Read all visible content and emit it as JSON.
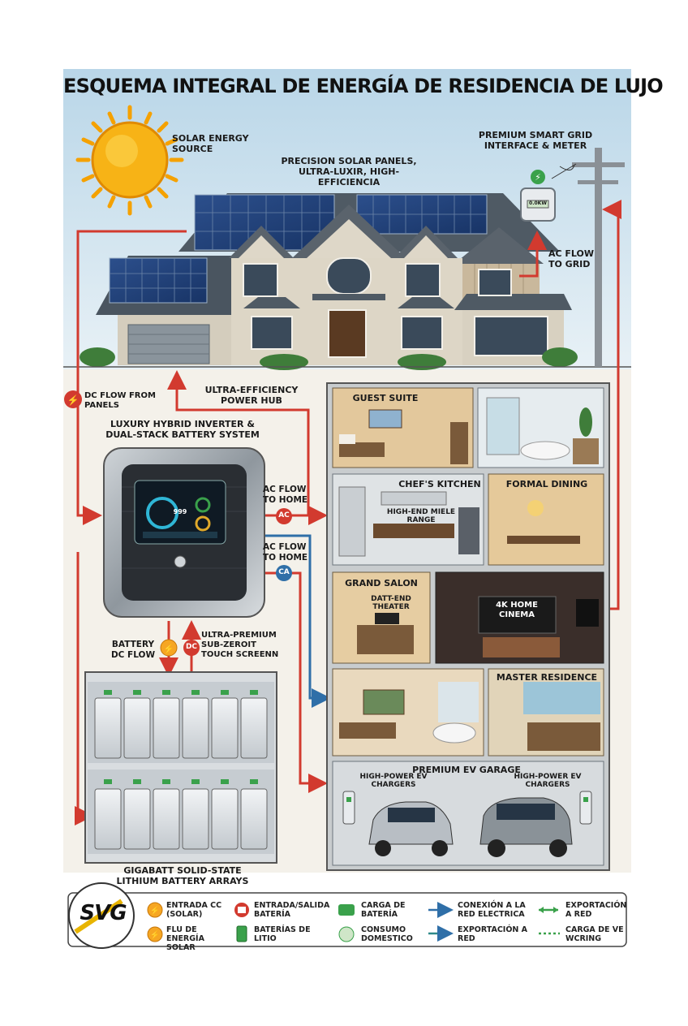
{
  "title": "ESQUEMA INTEGRAL DE ENERGÍA DE RESIDENCIA DE LUJO",
  "labels": {
    "solar_source": "SOLAR ENERGY SOURCE",
    "solar_panels": "PRECISION SOLAR PANELS, ULTRA-LUXIR, HIGH-EFFICIENCIA",
    "smart_grid": "PREMIUM SMART GRID INTERFACE & METER",
    "ac_to_grid": "AC FLOW TO GRID",
    "dc_from_panels": "DC FLOW FROM PANELS",
    "power_hub": "ULTRA-EFFICIENCY POWER HUB",
    "inverter": "LUXURY HYBRID INVERTER & DUAL-STACK BATTERY SYSTEM",
    "ac_to_home_1": "AC FLOW TO HOME",
    "ac_to_home_2": "AC FLOW TO HOME",
    "battery_dc_flow": "BATTERY DC FLOW",
    "touch_screen": "ULTRA-PREMIUM SUB-ZEROIT TOUCH SCREENN",
    "battery_arrays": "GIGABATT SOLID-STATE LITHIUM BATTERY ARRAYS",
    "meter_display": "0.0KW",
    "screen_value": "999",
    "badge_ac": "AC",
    "badge_ca": "CA",
    "badge_dc": "DC"
  },
  "rooms": {
    "guest_suite": "GUEST SUITE",
    "chefs_kitchen": "CHEF'S KITCHEN",
    "miele_range": "HIGH-END MIELE RANGE",
    "formal_dining": "FORMAL DINING",
    "grand_salon": "GRAND SALON",
    "theater": "DATT-END THEATER",
    "home_cinema": "4K HOME CINEMA",
    "master_residence": "MASTER RESIDENCE",
    "ev_garage": "PREMIUM EV GARAGE",
    "ev_chargers_left": "HIGH-POWER EV CHARGERS",
    "ev_chargers_right": "HIGH-POWER EV CHARGERS"
  },
  "legend": [
    {
      "icon": "solar-dc-input-icon",
      "text": "ENTRADA CC (SOLAR)"
    },
    {
      "icon": "battery-io-icon",
      "text": "ENTRADA/SALIDA BATERÍA"
    },
    {
      "icon": "battery-charge-icon",
      "text": "CARGA DE BATERÍA"
    },
    {
      "icon": "grid-connection-arrow-icon",
      "text": "CONEXIÓN A LA RED ELECTRICA"
    },
    {
      "icon": "grid-export-arrow-icon",
      "text": "EXPORTACIÓN A RED"
    },
    {
      "icon": "solar-energy-flow-icon",
      "text": "FLU DE ENERGÍA SOLAR"
    },
    {
      "icon": "lithium-battery-icon",
      "text": "BATERÍAS DE LITIO"
    },
    {
      "icon": "domestic-consumption-icon",
      "text": "CONSUMO DOMESTICO"
    },
    {
      "icon": "export-arrow-icon",
      "text": "EXPORTACIÓN A RED"
    },
    {
      "icon": "ev-charging-dotted-icon",
      "text": "CARGA DE VE WCRING"
    }
  ],
  "logo_text": "SVG",
  "colors": {
    "sky": "#cfe3ee",
    "dc_red": "#d23a2f",
    "ac_blue": "#2f6fa8",
    "solar_orange": "#f6a623",
    "battery_green": "#3aa14b",
    "roof_dark": "#4a5560",
    "wall_stone": "#d9d2c2"
  }
}
